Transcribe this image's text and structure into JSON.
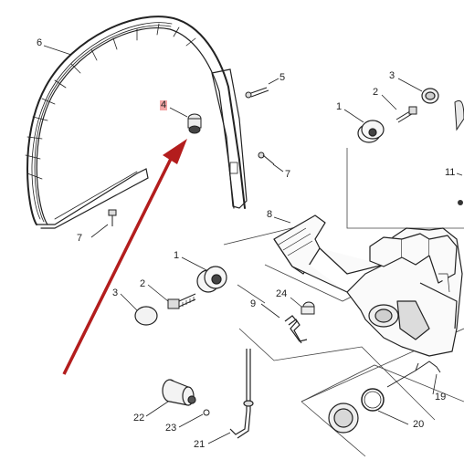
{
  "labels": {
    "l6": "6",
    "l5": "5",
    "l4": "4",
    "l3": "3",
    "l2_top": "2",
    "l1_top": "1",
    "l7_right": "7",
    "l11": "11",
    "l8": "8",
    "l7_left": "7",
    "l1_mid": "1",
    "l2_mid": "2",
    "l3_mid": "3",
    "l24": "24",
    "l9": "9",
    "l22": "22",
    "l23": "23",
    "l21": "21",
    "l19": "19",
    "l20": "20"
  },
  "highlight_color": "#f3a6a6",
  "arrow_color": "#b31d1d"
}
